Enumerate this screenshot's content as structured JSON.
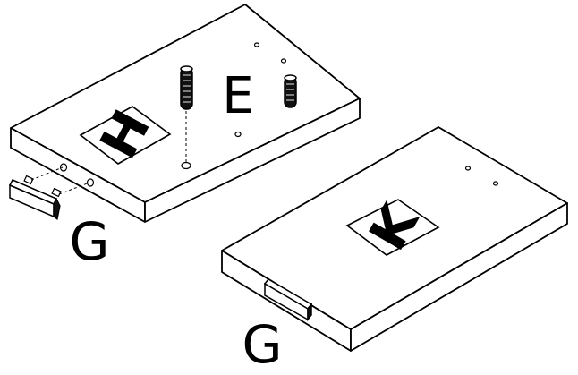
{
  "labels": {
    "panel_top_mark": "H",
    "dowel_label": "E",
    "left_cap_label": "G",
    "panel_bottom_mark": "K",
    "right_cap_label": "G"
  },
  "colors": {
    "line": "#000000",
    "face": "#ffffff",
    "dowel": "#1a1a1a"
  },
  "icons": {
    "dowel": "wooden-dowel-icon",
    "cap": "edge-cap-icon",
    "hole": "drill-hole-icon"
  }
}
